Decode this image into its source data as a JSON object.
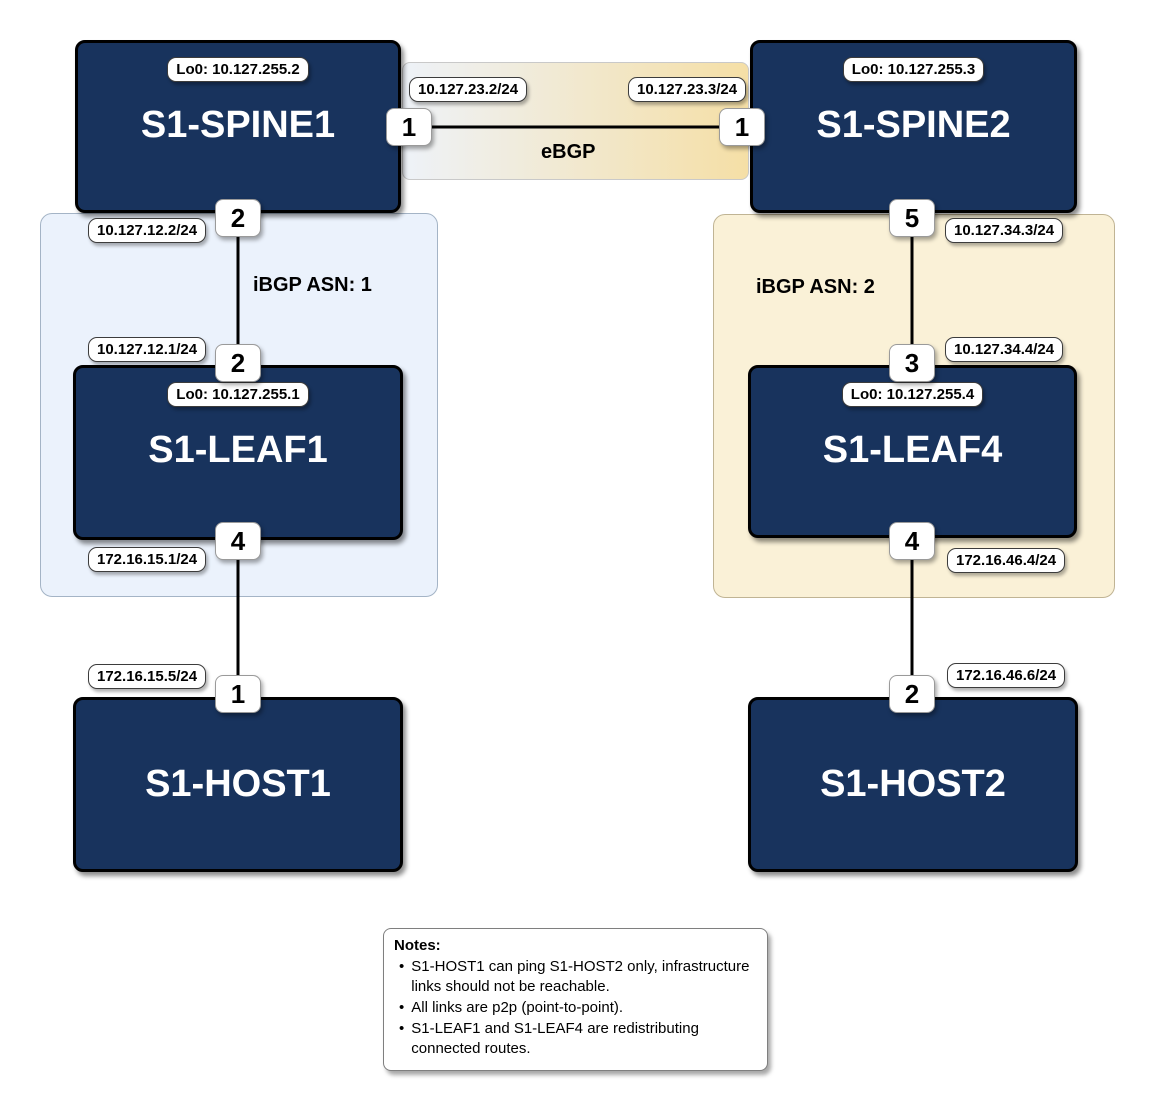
{
  "nodes": {
    "spine1": {
      "name": "S1-SPINE1",
      "loopback": "Lo0: 10.127.255.2"
    },
    "spine2": {
      "name": "S1-SPINE2",
      "loopback": "Lo0: 10.127.255.3"
    },
    "leaf1": {
      "name": "S1-LEAF1",
      "loopback": "Lo0: 10.127.255.1"
    },
    "leaf4": {
      "name": "S1-LEAF4",
      "loopback": "Lo0: 10.127.255.4"
    },
    "host1": {
      "name": "S1-HOST1"
    },
    "host2": {
      "name": "S1-HOST2"
    }
  },
  "ports": {
    "spine1_eth1": "1",
    "spine1_eth2": "2",
    "spine2_eth1": "1",
    "spine2_eth5": "5",
    "leaf1_eth2": "2",
    "leaf1_eth4": "4",
    "leaf4_eth3": "3",
    "leaf4_eth4": "4",
    "host1_eth1": "1",
    "host2_eth2": "2"
  },
  "ip_labels": {
    "spine1_ebgp": "10.127.23.2/24",
    "spine2_ebgp": "10.127.23.3/24",
    "spine1_to_leaf1": "10.127.12.2/24",
    "leaf1_to_spine1": "10.127.12.1/24",
    "leaf1_to_host1": "172.16.15.1/24",
    "host1_to_leaf1": "172.16.15.5/24",
    "spine2_to_leaf4": "10.127.34.3/24",
    "leaf4_to_spine2": "10.127.34.4/24",
    "leaf4_to_host2": "172.16.46.4/24",
    "host2_to_leaf4": "172.16.46.6/24"
  },
  "link_labels": {
    "ebgp": "eBGP"
  },
  "regions": {
    "ibgp_asn1": "iBGP ASN: 1",
    "ibgp_asn2": "iBGP ASN: 2"
  },
  "notes": {
    "title": "Notes:",
    "items": [
      "S1-HOST1 can ping S1-HOST2 only, infrastructure links should not be reachable.",
      "All links are p2p (point-to-point).",
      "S1-LEAF1 and S1-LEAF4 are redistributing connected routes."
    ]
  },
  "colors": {
    "node_fill": "#18335d",
    "region_ibgp1_fill": "#ebf2fc",
    "region_ibgp2_fill": "#faf1d7",
    "ebgp_band_left": "#eef2f8",
    "ebgp_band_right": "#f5dfa6",
    "link": "#000000"
  }
}
